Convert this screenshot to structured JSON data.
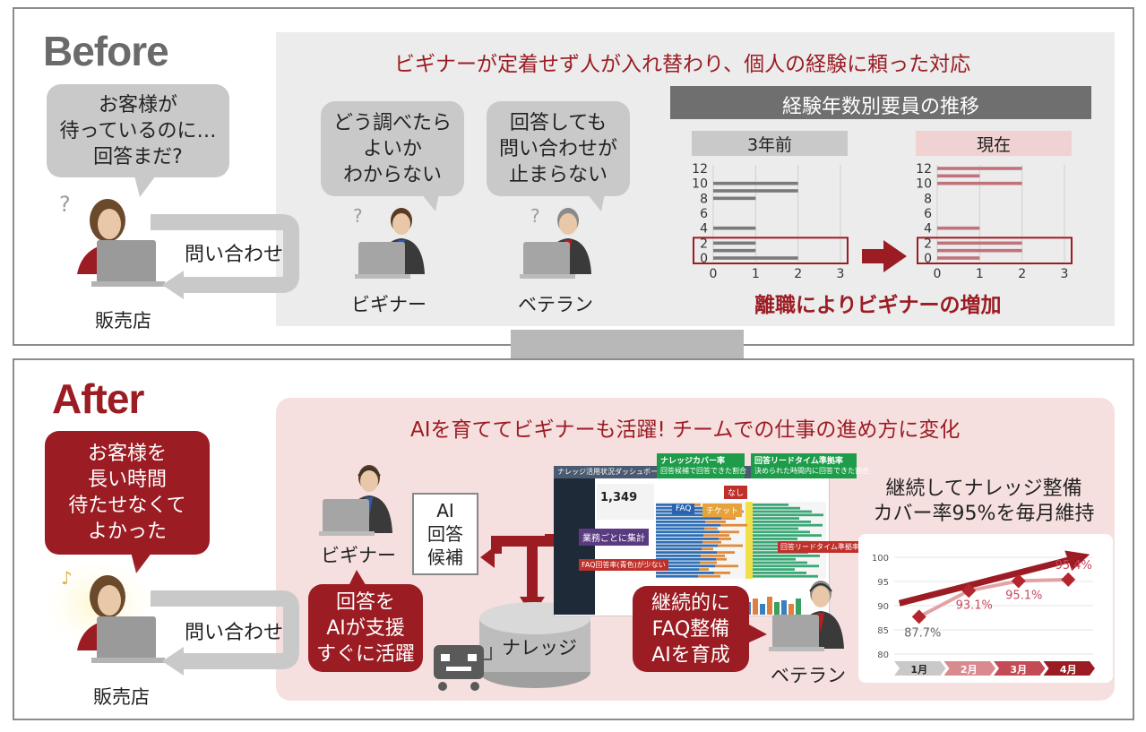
{
  "before": {
    "heading": "Before",
    "customer_bubble": "お客様が\n待っているのに…\n回答まだ?",
    "store_label": "販売店",
    "inquiry_label": "問い合わせ",
    "banner": "ビギナーが定着せず人が入れ替わり、個人の経験に頼った対応",
    "beginner_bubble": "どう調べたら\nよいか\nわからない",
    "veteran_bubble": "回答しても\n問い合わせが\n止まらない",
    "beginner_label": "ビギナー",
    "veteran_label": "ベテラン",
    "staff_chart_title": "経験年数別要員の推移",
    "chart_left_title": "3年前",
    "chart_right_title": "現在",
    "chart_caption": "離職によりビギナーの増加"
  },
  "after": {
    "heading": "After",
    "customer_bubble": "お客様を\n長い時間\n待たせなくて\nよかった",
    "store_label": "販売店",
    "inquiry_label": "問い合わせ",
    "banner": "AIを育ててビギナーも活躍! チームでの仕事の進め方に変化",
    "beginner_label": "ビギナー",
    "ai_box": "AI\n回答\n候補",
    "knowledge_label": "ナレッジ",
    "beginner_red_bubble": "回答を\nAIが支援\nすぐに活躍",
    "veteran_red_bubble": "継続的に\nFAQ整備\nAIを育成",
    "veteran_label": "ベテラン",
    "dashboard": {
      "title": "ナレッジ活用状況ダッシュボード",
      "count": "1,349",
      "callout_coverage_title": "ナレッジカバー率",
      "callout_coverage_sub": "回答候補で回答できた割合",
      "callout_leadtime_title": "回答リードタイム準拠率",
      "callout_leadtime_sub": "決められた時間内に回答できた割合",
      "tag_none": "なし",
      "tag_faq": "FAQ",
      "tag_ticket": "チケット",
      "tag_by_task": "業務ごとに集計",
      "tag_faq_low": "FAQ回答率(青色)が少ない",
      "tag_leadtime_high": "回答リードタイム準拠率が高い"
    },
    "coverage_title": "継続してナレッジ整備\nカバー率95%を毎月維持"
  },
  "colors": {
    "accent_red": "#9b1c23",
    "grey_bubble": "#c9c9c9",
    "before_bg": "#ececec",
    "after_bg": "#f6e0df",
    "bar_grey": "#7a7a7a",
    "bar_pink": "#c0737a"
  },
  "chart_data": [
    {
      "type": "bar",
      "title": "3年前",
      "orientation": "horizontal",
      "categories": [
        "0",
        "1",
        "2",
        "3",
        "4",
        "5",
        "6",
        "7",
        "8",
        "9",
        "10",
        "11",
        "12"
      ],
      "values": [
        2,
        1,
        1,
        0,
        1,
        0,
        0,
        0,
        1,
        2,
        2,
        0,
        0
      ],
      "xlim": [
        0,
        3
      ],
      "x_ticks": [
        "0",
        "1",
        "2",
        "3"
      ],
      "y_ticks": [
        "0",
        "2",
        "4",
        "6",
        "8",
        "10",
        "12"
      ]
    },
    {
      "type": "bar",
      "title": "現在",
      "orientation": "horizontal",
      "categories": [
        "0",
        "1",
        "2",
        "3",
        "4",
        "5",
        "6",
        "7",
        "8",
        "9",
        "10",
        "11",
        "12"
      ],
      "values": [
        1,
        2,
        2,
        0,
        1,
        0,
        0,
        0,
        0,
        0,
        2,
        1,
        2
      ],
      "xlim": [
        0,
        3
      ],
      "x_ticks": [
        "0",
        "1",
        "2",
        "3"
      ],
      "y_ticks": [
        "0",
        "2",
        "4",
        "6",
        "8",
        "10",
        "12"
      ]
    },
    {
      "type": "line",
      "categories": [
        "1月",
        "2月",
        "3月",
        "4月"
      ],
      "values": [
        87.7,
        93.1,
        95.1,
        95.4
      ],
      "value_labels": [
        "87.7%",
        "93.1%",
        "95.1%",
        "95.4%"
      ],
      "ylim": [
        80,
        100
      ],
      "y_ticks": [
        "80",
        "85",
        "90",
        "95",
        "100"
      ]
    }
  ]
}
